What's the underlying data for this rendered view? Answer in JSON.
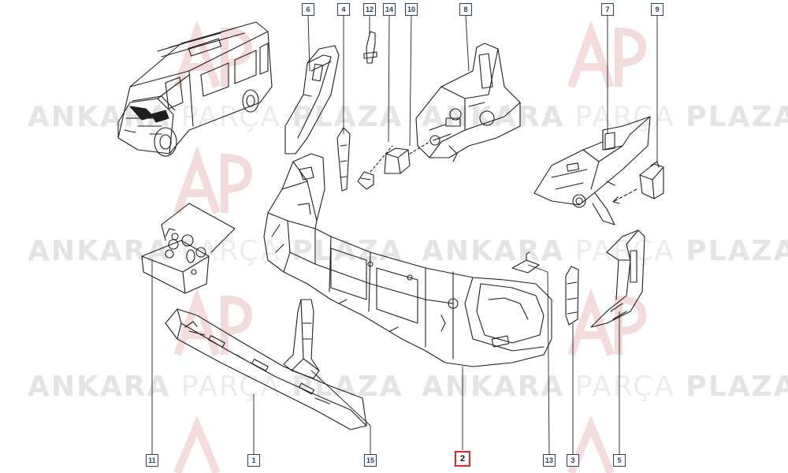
{
  "watermark": {
    "word1": "ANKARA",
    "word2": "PARÇA",
    "word3": "PLAZA",
    "logo_text": "AP"
  },
  "callouts": {
    "c1": "1",
    "c2": "2",
    "c3": "3",
    "c4": "4",
    "c5": "5",
    "c6": "6",
    "c7": "7",
    "c8": "8",
    "c9": "9",
    "c10": "10",
    "c11": "11",
    "c12": "12",
    "c13": "13",
    "c14": "14",
    "c15": "15"
  },
  "colors": {
    "line": "#1e1e1e",
    "callout_border": "#2b3f6b",
    "highlight": "#e0262a",
    "watermark": "#e4e4e4"
  }
}
